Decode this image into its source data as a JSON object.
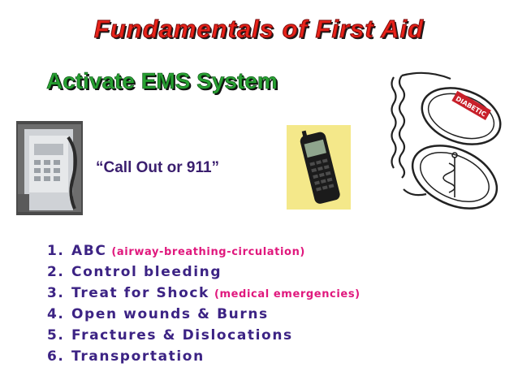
{
  "slide": {
    "title": "Fundamentals of First Aid",
    "subtitle": "Activate EMS System",
    "callout": "“Call Out or 911”",
    "tag_text": "DIABETIC",
    "steps": [
      {
        "num": "1.",
        "text": "ABC",
        "note": "(airway-breathing-circulation)"
      },
      {
        "num": "2.",
        "text": "Control bleeding",
        "note": ""
      },
      {
        "num": "3.",
        "text": "Treat for Shock",
        "note": "(medical emergencies)"
      },
      {
        "num": "4.",
        "text": "Open wounds & Burns",
        "note": ""
      },
      {
        "num": "5.",
        "text": "Fractures & Dislocations",
        "note": ""
      },
      {
        "num": "6.",
        "text": "Transportation",
        "note": ""
      }
    ]
  },
  "colors": {
    "title": "#e8231a",
    "subtitle": "#28a032",
    "step_text": "#3c2384",
    "step_note": "#e0187d",
    "cell_bg": "#f4e88a"
  }
}
